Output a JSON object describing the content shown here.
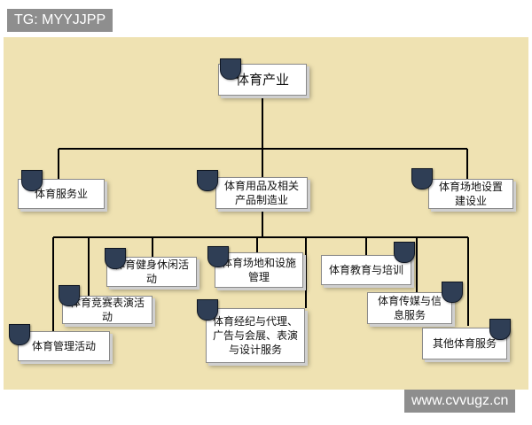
{
  "watermark_top": "TG: MYYJJPP",
  "watermark_bottom": "www.cvvugz.cn",
  "diagram": {
    "root": "体育产业",
    "level1": {
      "services": "体育服务业",
      "goods": "体育用品及相关产品制造业",
      "venues": "体育场地设置建设业"
    },
    "level2": {
      "fitness": "体育健身休闲活动",
      "venue_mgmt": "体育场地和设施管理",
      "education": "体育教育与培训",
      "competition": "体育竞赛表演活动",
      "agency": "体育经纪与代理、广告与会展、表演与设计服务",
      "media": "体育传媒与信息服务",
      "management": "体育管理活动",
      "other": "其他体育服务"
    }
  },
  "colors": {
    "background": "#efe2b2",
    "line": "#000000",
    "node_fill": "#ffffff",
    "tag": "#2f3e55"
  }
}
